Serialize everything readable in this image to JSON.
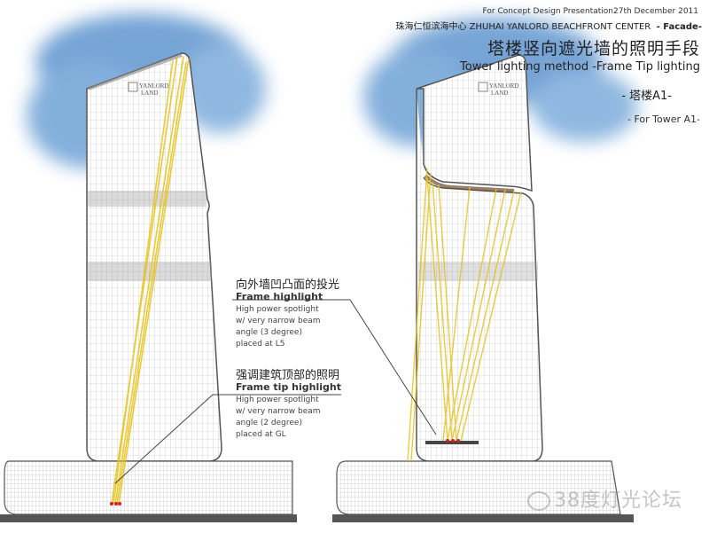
{
  "header": {
    "presentation": "For Concept Design Presentation27th December 2011",
    "project_cn": "珠海仁恒滨海中心",
    "project_en": "ZHUHAI YANLORD BEACHFRONT CENTER",
    "section": "- Facade-"
  },
  "title": {
    "cn": "塔楼竖向遮光墙的照明手段",
    "en": "Tower lighting method  -Frame Tip lighting",
    "tower_cn": "-    塔楼A1-",
    "tower_en": "- For Tower A1-"
  },
  "annotations": [
    {
      "cn": "向外墙凹凸面的投光",
      "en": "Frame highlight",
      "desc": [
        "High power spotlight",
        "w/ very narrow beam",
        "angle (3 degree)",
        "placed at L5"
      ]
    },
    {
      "cn": "强调建筑顶部的照明",
      "en": "Frame tip highlight",
      "desc": [
        "High power spotlight",
        "w/ very narrow beam",
        "angle (2 degree)",
        "placed at GL"
      ]
    }
  ],
  "logo": {
    "line1": "YANLORD",
    "line2": "LAND"
  },
  "watermark": "38度灯光论坛",
  "colors": {
    "sky": "#3f7fc4",
    "beam": "#e8c21a",
    "outline": "#555555",
    "fixture": "#d42020"
  }
}
